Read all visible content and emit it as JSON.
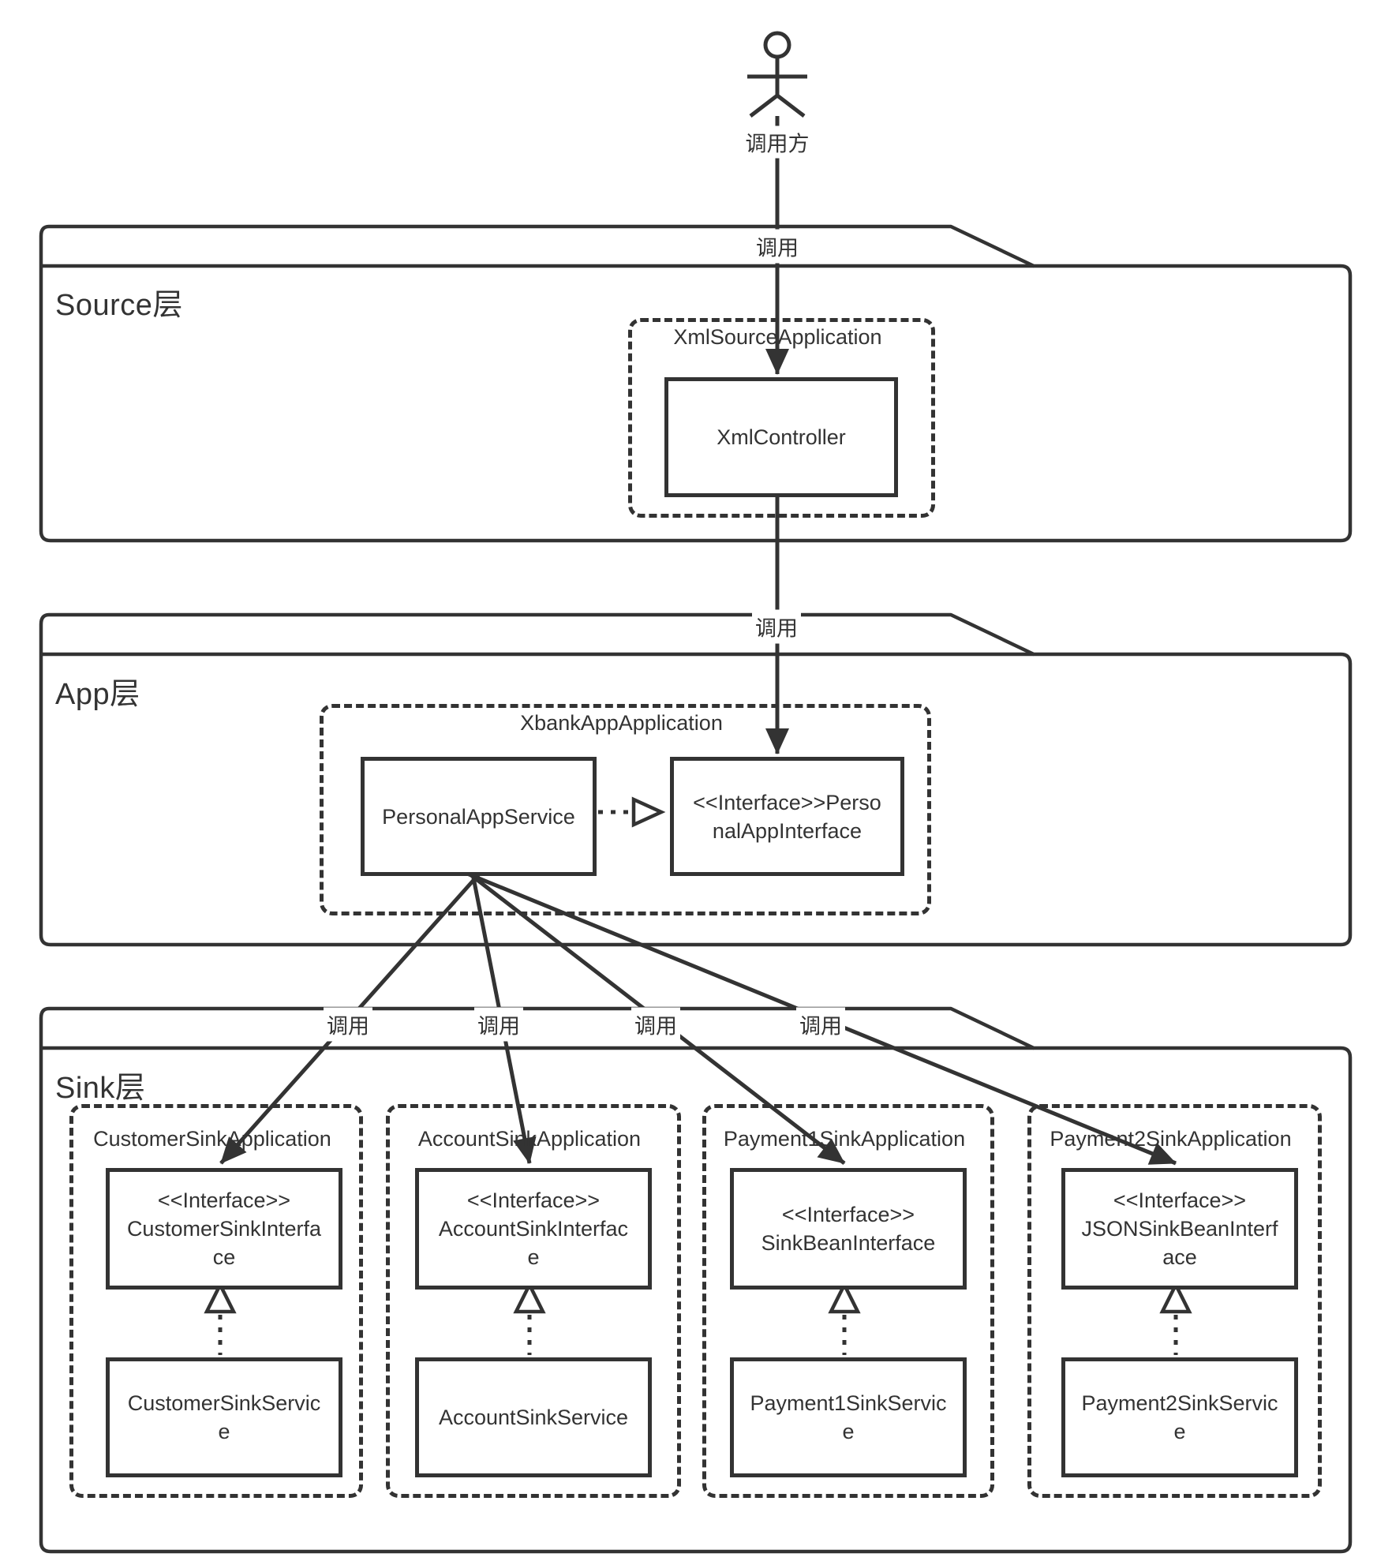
{
  "diagram": {
    "actor": {
      "label": "调用方"
    },
    "call_label": "调用",
    "colors": {
      "stroke": "#333333",
      "text": "#333333",
      "background": "#ffffff"
    },
    "layers": {
      "source": {
        "title": "Source层",
        "application": {
          "name": "XmlSourceApplication",
          "controller": "XmlController"
        }
      },
      "app": {
        "title": "App层",
        "application": {
          "name": "XbankAppApplication",
          "service": "PersonalAppService",
          "interface": "<<Interface>>Perso\nnalAppInterface"
        }
      },
      "sink": {
        "title": "Sink层",
        "applications": [
          {
            "name": "CustomerSinkApplication",
            "interface": "<<Interface>>\nCustomerSinkInterfa\nce",
            "service": "CustomerSinkServic\ne"
          },
          {
            "name": "AccountSinkApplication",
            "interface": "<<Interface>>\nAccountSinkInterfac\ne",
            "service": "AccountSinkService"
          },
          {
            "name": "Payment1SinkApplication",
            "interface": "<<Interface>>\nSinkBeanInterface",
            "service": "Payment1SinkServic\ne"
          },
          {
            "name": "Payment2SinkApplication",
            "interface": "<<Interface>>\nJSONSinkBeanInterf\nace",
            "service": "Payment2SinkServic\ne"
          }
        ]
      }
    }
  }
}
